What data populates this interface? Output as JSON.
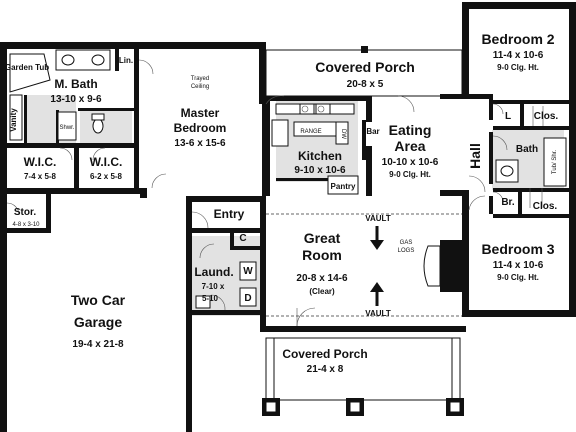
{
  "rooms": {
    "garden_tub": "Garden Tub",
    "linen": "Lin.",
    "m_bath_name": "M. Bath",
    "m_bath_size": "13-10 x 9-6",
    "vanity": "Vanity",
    "shower": "Shwr.",
    "trayed_ceiling_1": "Trayed",
    "trayed_ceiling_2": "Ceiling",
    "master_name_1": "Master",
    "master_name_2": "Bedroom",
    "master_size": "13-6 x 15-6",
    "wic1_name": "W.I.C.",
    "wic1_size": "7-4 x 5-8",
    "wic2_name": "W.I.C.",
    "wic2_size": "6-2 x 5-8",
    "covered_porch_top_name": "Covered Porch",
    "covered_porch_top_size": "20-8 x 5",
    "range": "RANGE",
    "dw": "DW",
    "bar": "Bar",
    "kitchen_name": "Kitchen",
    "kitchen_size": "9-10 x 10-6",
    "pantry": "Pantry",
    "eating_name_1": "Eating",
    "eating_name_2": "Area",
    "eating_size": "10-10 x 10-6",
    "eating_ceiling": "9-0 Clg. Ht.",
    "bedroom2_name": "Bedroom 2",
    "bedroom2_size": "11-4 x 10-6",
    "bedroom2_ceiling": "9-0 Clg. Ht.",
    "linen_l": "L",
    "closet_b2": "Clos.",
    "hall": "Hall",
    "bath": "Bath",
    "tub_shower": "Tub/ Shr.",
    "broom": "Br.",
    "closet_b3": "Clos.",
    "bedroom3_name": "Bedroom 3",
    "bedroom3_size": "11-4 x 10-6",
    "bedroom3_ceiling": "9-0 Clg. Ht.",
    "storage_name": "Stor.",
    "storage_size": "4-8 x 3-10",
    "entry": "Entry",
    "coat_closet": "C",
    "great_room_1": "Great",
    "great_room_2": "Room",
    "great_room_size": "20-8 x 14-6",
    "great_room_clear": "(Clear)",
    "vault_top": "VAULT",
    "vault_bottom": "VAULT",
    "gas_logs_1": "GAS",
    "gas_logs_2": "LOGS",
    "laundry_name": "Laund.",
    "laundry_size_1": "7-10 x",
    "laundry_size_2": "5-10",
    "washer": "W",
    "dryer": "D",
    "garage_name_1": "Two Car",
    "garage_name_2": "Garage",
    "garage_size": "19-4 x 21-8",
    "covered_porch_bottom_name": "Covered Porch",
    "covered_porch_bottom_size": "21-4 x 8"
  }
}
